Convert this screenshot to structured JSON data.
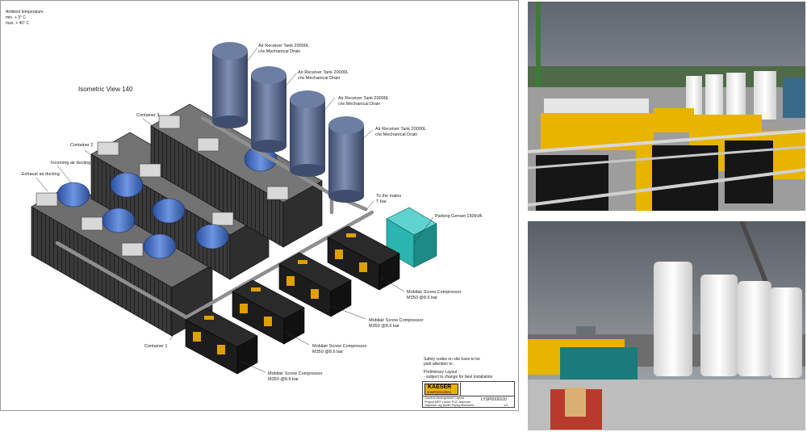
{
  "drawing": {
    "ambient": {
      "title": "Ambient temperature",
      "min": "min.    + 3° C",
      "max": "max.    + 40° C"
    },
    "view_title": "Isometric View 140",
    "labels": {
      "tank1_line1": "Air Receiver Tank 20000L",
      "tank1_line2": "c/w Mechanical Drain",
      "tank2_line1": "Air Receiver Tank 20000L",
      "tank2_line2": "c/w Mechanical Drain",
      "tank3_line1": "Air Receiver Tank 20000L",
      "tank3_line2": "c/w Mechanical Drain",
      "tank4_line1": "Air Receiver Tank 20000L",
      "tank4_line2": "c/w Mechanical Drain",
      "container1": "Container 1",
      "container2": "Container 2",
      "container3": "Container 3",
      "exhaust": "Exhaust air ducting",
      "incoming": "Incoming air ducting",
      "to_mains_1": "To the mains",
      "to_mains_2": "T bar",
      "genset": "Parking Genset 150kVA",
      "comp1_line1": "Mobilair Screw Compressor",
      "comp1_line2": "M350 @8.6 bar",
      "comp2_line1": "Mobilair Screw Compressor",
      "comp2_line2": "M350 @8.6 bar",
      "comp3_line1": "Mobilair Screw Compressor",
      "comp3_line2": "M350 @8.6 bar",
      "comp4_line1": "Mobilair Screw Compressor",
      "comp4_line2": "M350 @8.6 bar"
    },
    "notes": {
      "safety_1": "Safety codes on site have to be",
      "safety_2": "paid attention to.",
      "prelim_1": "Preliminary Layout",
      "prelim_2": "- subject to change for best installation"
    },
    "title_block": {
      "brand_line1": "KAESER",
      "brand_line2": "KOMPRESSOREN",
      "desc1": "General Arrangement Layout",
      "desc2": "Project MRT Lentor FLB Jetpinner",
      "desc3": "Jetpinner Ug Booth Piping Machines",
      "doc_no": "LYSP0000100",
      "sheet": "1/1"
    }
  },
  "colors": {
    "tank_blue": "#5a6a8c",
    "compressor_body": "#1c1c1c",
    "compressor_accent": "#e0a000",
    "genset": "#2ab5b0",
    "container": "#3c3c3c",
    "duct_blue": "#3d63b8"
  }
}
